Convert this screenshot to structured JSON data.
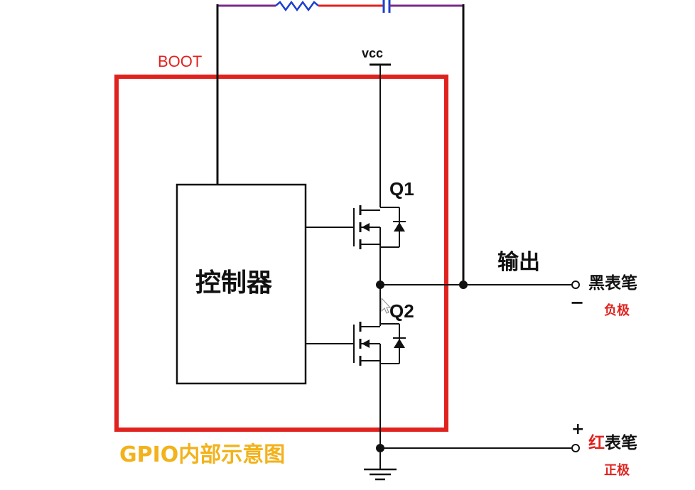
{
  "labels": {
    "boot": "BOOT",
    "vcc": "vcc",
    "q1": "Q1",
    "q2": "Q2",
    "controller": "控制器",
    "output": "输出",
    "black_probe": "黑表笔",
    "minus_sign": "−",
    "negative": "负极",
    "plus_sign": "+",
    "red_probe_first": "红",
    "red_probe_rest": "表笔",
    "positive": "正极",
    "gpio_title": "GPIO内部示意图"
  },
  "colors": {
    "boot_box": "#e0221e",
    "wire": "#111111",
    "resistor": "#1a3fd1",
    "capacitor": "#1a3fd1",
    "top_wire_left": "#7a2a8a",
    "top_wire_mid": "#e0221e",
    "gpio_title": "#f2b21b",
    "polarity_label": "#e0221e"
  }
}
